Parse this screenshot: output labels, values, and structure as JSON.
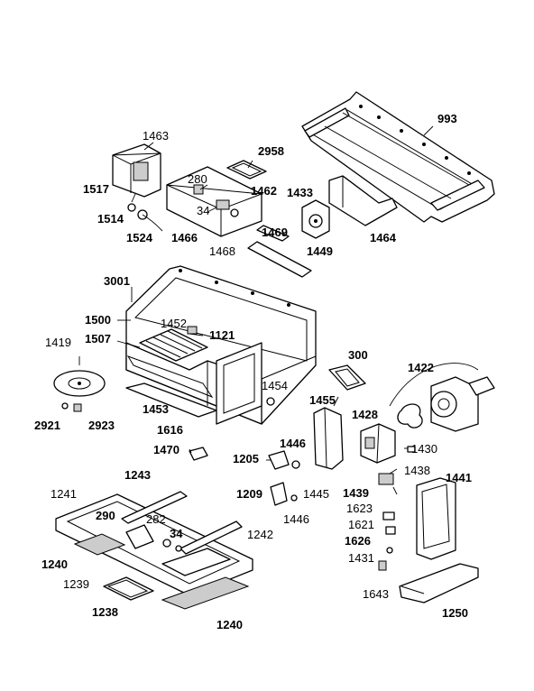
{
  "diagram": {
    "callouts": [
      {
        "id": "c993",
        "text": "993",
        "bold": true
      },
      {
        "id": "c1463",
        "text": "1463",
        "bold": false
      },
      {
        "id": "c2958",
        "text": "2958",
        "bold": true
      },
      {
        "id": "c280a",
        "text": "280",
        "bold": false
      },
      {
        "id": "c1517",
        "text": "1517",
        "bold": true
      },
      {
        "id": "c1462",
        "text": "1462",
        "bold": true
      },
      {
        "id": "c1433",
        "text": "1433",
        "bold": true
      },
      {
        "id": "c34a",
        "text": "34",
        "bold": false
      },
      {
        "id": "c1514",
        "text": "1514",
        "bold": true
      },
      {
        "id": "c1524",
        "text": "1524",
        "bold": true
      },
      {
        "id": "c1466",
        "text": "1466",
        "bold": true
      },
      {
        "id": "c1469",
        "text": "1469",
        "bold": true
      },
      {
        "id": "c1468",
        "text": "1468",
        "bold": false
      },
      {
        "id": "c1449",
        "text": "1449",
        "bold": true
      },
      {
        "id": "c1464",
        "text": "1464",
        "bold": true
      },
      {
        "id": "c3001",
        "text": "3001",
        "bold": true
      },
      {
        "id": "c1500",
        "text": "1500",
        "bold": true
      },
      {
        "id": "c1452",
        "text": "1452",
        "bold": false
      },
      {
        "id": "c1507",
        "text": "1507",
        "bold": true
      },
      {
        "id": "c1121",
        "text": "1121",
        "bold": true
      },
      {
        "id": "c1419",
        "text": "1419",
        "bold": false
      },
      {
        "id": "c300",
        "text": "300",
        "bold": true
      },
      {
        "id": "c1422",
        "text": "1422",
        "bold": true
      },
      {
        "id": "c1454",
        "text": "1454",
        "bold": false
      },
      {
        "id": "c1455",
        "text": "1455",
        "bold": true
      },
      {
        "id": "c1453",
        "text": "1453",
        "bold": true
      },
      {
        "id": "c1428",
        "text": "1428",
        "bold": true
      },
      {
        "id": "c2921",
        "text": "2921",
        "bold": true
      },
      {
        "id": "c2923",
        "text": "2923",
        "bold": true
      },
      {
        "id": "c1616",
        "text": "1616",
        "bold": true
      },
      {
        "id": "c1446a",
        "text": "1446",
        "bold": true
      },
      {
        "id": "c1430",
        "text": "1430",
        "bold": false
      },
      {
        "id": "c1470",
        "text": "1470",
        "bold": true
      },
      {
        "id": "c1205",
        "text": "1205",
        "bold": true
      },
      {
        "id": "c1438",
        "text": "1438",
        "bold": false
      },
      {
        "id": "c1441",
        "text": "1441",
        "bold": true
      },
      {
        "id": "c1243",
        "text": "1243",
        "bold": true
      },
      {
        "id": "c1241",
        "text": "1241",
        "bold": false
      },
      {
        "id": "c1209",
        "text": "1209",
        "bold": true
      },
      {
        "id": "c1445",
        "text": "1445",
        "bold": false
      },
      {
        "id": "c1439",
        "text": "1439",
        "bold": true
      },
      {
        "id": "c290",
        "text": "290",
        "bold": true
      },
      {
        "id": "c282",
        "text": "282",
        "bold": false
      },
      {
        "id": "c1446b",
        "text": "1446",
        "bold": false
      },
      {
        "id": "c1623",
        "text": "1623",
        "bold": false
      },
      {
        "id": "c34b",
        "text": "34",
        "bold": true
      },
      {
        "id": "c1621",
        "text": "1621",
        "bold": false
      },
      {
        "id": "c1242",
        "text": "1242",
        "bold": false
      },
      {
        "id": "c1626",
        "text": "1626",
        "bold": true
      },
      {
        "id": "c1240a",
        "text": "1240",
        "bold": true
      },
      {
        "id": "c1431",
        "text": "1431",
        "bold": false
      },
      {
        "id": "c1239",
        "text": "1239",
        "bold": false
      },
      {
        "id": "c1643",
        "text": "1643",
        "bold": false
      },
      {
        "id": "c1250",
        "text": "1250",
        "bold": true
      },
      {
        "id": "c1238",
        "text": "1238",
        "bold": true
      },
      {
        "id": "c1240b",
        "text": "1240",
        "bold": true
      }
    ]
  }
}
